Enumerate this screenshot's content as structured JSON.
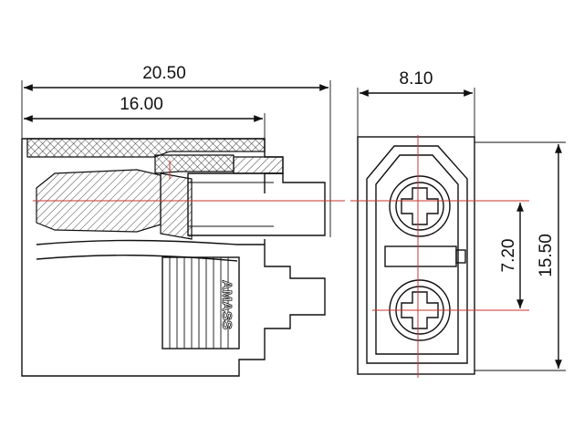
{
  "dimensions": {
    "overall_length": "20.50",
    "body_length": "16.00",
    "width": "8.10",
    "pin_spacing": "7.20",
    "height": "15.50"
  },
  "colors": {
    "line": "#111111",
    "centerline": "#c8342c",
    "background": "#ffffff"
  },
  "marking_text": "AMASS"
}
